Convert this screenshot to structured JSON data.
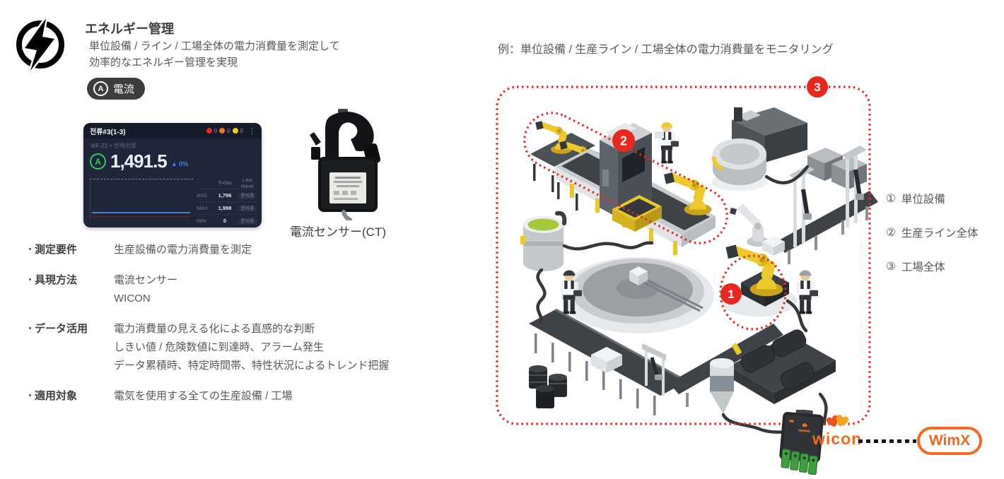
{
  "header": {
    "title": "エネルギー管理",
    "description": [
      "単位設備 / ライン / 工場全体の電力消費量を測定して",
      "効率的なエネルギー管理を実現"
    ],
    "badge": "電流",
    "badge_icon_letter": "A"
  },
  "dashboard": {
    "title": "전류#3(1-3)",
    "alarms": [
      {
        "name": "red-alarm",
        "count": "0"
      },
      {
        "name": "orange-alarm",
        "count": "0"
      },
      {
        "name": "yellow-alarm",
        "count": "0"
      }
    ],
    "menu_icon": "⋮",
    "breadcrumb": "WF-23 > 전력/전류",
    "value_icon_letter": "A",
    "value": "1,491.5",
    "delta": "▲ 0%",
    "stats": {
      "columns": [
        "Today",
        "Last Week"
      ],
      "rows": [
        {
          "label": "AVG",
          "today": "1,796",
          "last_week": "준비중"
        },
        {
          "label": "MAX",
          "today": "1,998",
          "last_week": "준비중"
        },
        {
          "label": "MIN",
          "today": "0",
          "last_week": "준비중"
        }
      ]
    }
  },
  "sensor_caption": "電流センサー(CT)",
  "ui": {
    "bullet": "・"
  },
  "specs": [
    {
      "label": "測定要件",
      "lines": [
        "生産設備の電力消費量を測定"
      ]
    },
    {
      "label": "具現方法",
      "lines": [
        "電流センサー",
        "WICON"
      ]
    },
    {
      "label": "データ活用",
      "lines": [
        "電力消費量の見える化による直感的な判断",
        "しきい値 / 危険数値に到達時、アラーム発生",
        "データ累積時、特定時間帯、特性状況によるトレンド把握"
      ]
    },
    {
      "label": "適用対象",
      "lines": [
        "電気を使用する全ての生産設備 / 工場"
      ]
    }
  ],
  "example": {
    "heading": "例：単位設備 / 生産ライン / 工場全体の電力消費量をモニタリング",
    "badges": {
      "b1": "1",
      "b2": "2",
      "b3": "3"
    },
    "legend": [
      {
        "num": "①",
        "label": "単位設備"
      },
      {
        "num": "②",
        "label": "生産ライン全体"
      },
      {
        "num": "③",
        "label": "工場全体"
      }
    ]
  },
  "logos": {
    "wicon": "wicon",
    "wimx": "WimX"
  },
  "colors": {
    "accent_red": "#e8281e",
    "brand_orange": "#f26a21",
    "delta_blue": "#4a7de8",
    "ok_green": "#2ecc5e",
    "alarm_orange": "#f07818",
    "alarm_yellow": "#f0d000"
  }
}
